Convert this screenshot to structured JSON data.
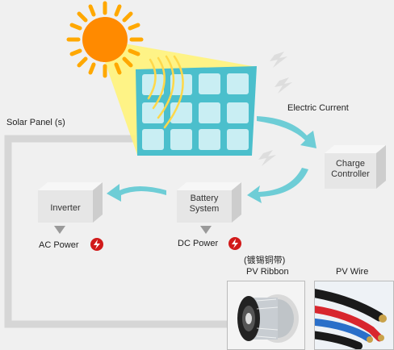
{
  "labels": {
    "solar_panel": "Solar Panel (s)",
    "electric_current": "Electric Current",
    "charge_controller": "Charge Controller",
    "battery_system": "Battery System",
    "inverter": "Inverter",
    "ac_power": "AC Power",
    "dc_power": "DC Power",
    "pv_ribbon_cn": "(镀锡铜带)",
    "pv_ribbon": "PV Ribbon",
    "pv_wire": "PV Wire"
  },
  "colors": {
    "sun": "#ff8a00",
    "sun_rays": "#ffb000",
    "light_beam": "#fff37a",
    "panel": "#55c3cf",
    "panel_cell": "#c9eef3",
    "flow_arrow": "#6ecdd6",
    "box": "#e6e6e6",
    "power_icon": "#d11a1a",
    "wire_loop": "#d8d8d8"
  },
  "icons": [
    "sun-icon",
    "lightning-icon",
    "power-bolt-icon",
    "flow-arrow-icon",
    "down-arrow-icon"
  ]
}
